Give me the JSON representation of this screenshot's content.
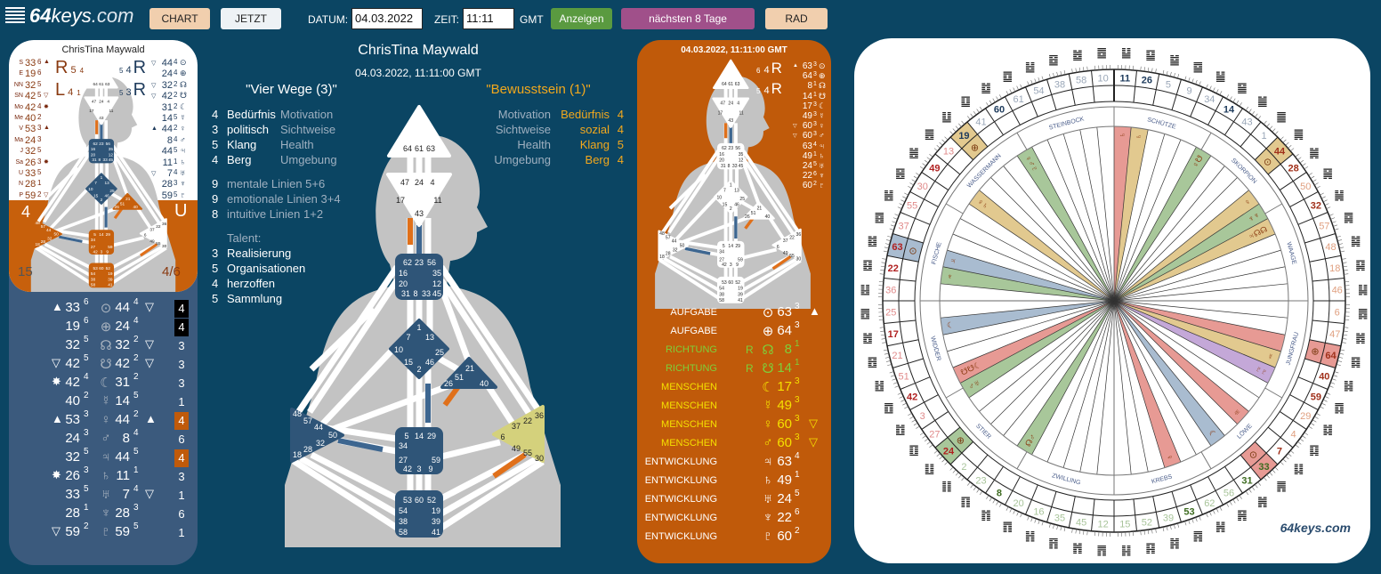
{
  "header": {
    "logo_bold": "64",
    "logo_italic": "keys",
    "logo_domain": ".com",
    "chart": "CHART",
    "jetzt": "JETZT",
    "datum_label": "DATUM:",
    "datum_value": "04.03.2022",
    "zeit_label": "ZEIT:",
    "zeit_value": "11:11",
    "gmt": "GMT",
    "anzeigen": "Anzeigen",
    "naechste": "nächsten 8 Tage",
    "rad": "RAD"
  },
  "colors": {
    "bg": "#0b4563",
    "orange": "#c05a0a",
    "blue": "#2f5578",
    "yellow": "#d4d17c",
    "accent_text": "#f2a81d"
  },
  "left_card": {
    "name": "ChrisTina Maywald",
    "r_left": [
      {
        "letter": "R",
        "a": "5",
        "b": "4"
      },
      {
        "letter": "L",
        "a": "4",
        "b": "1"
      }
    ],
    "r_right": [
      {
        "letter": "R",
        "a": "5",
        "b": "4"
      },
      {
        "letter": "R",
        "a": "5",
        "b": "3"
      }
    ],
    "left_list": [
      {
        "abbr": "S",
        "gate": "33",
        "line": "6",
        "mark": "▲"
      },
      {
        "abbr": "E",
        "gate": "19",
        "line": "6",
        "mark": ""
      },
      {
        "abbr": "NN",
        "gate": "32",
        "line": "5",
        "mark": ""
      },
      {
        "abbr": "SN",
        "gate": "42",
        "line": "5",
        "mark": "▽"
      },
      {
        "abbr": "Mo",
        "gate": "42",
        "line": "4",
        "mark": "✸"
      },
      {
        "abbr": "Me",
        "gate": "40",
        "line": "2",
        "mark": ""
      },
      {
        "abbr": "V",
        "gate": "53",
        "line": "3",
        "mark": "▲"
      },
      {
        "abbr": "Ma",
        "gate": "24",
        "line": "3",
        "mark": ""
      },
      {
        "abbr": "J",
        "gate": "32",
        "line": "5",
        "mark": ""
      },
      {
        "abbr": "Sa",
        "gate": "26",
        "line": "3",
        "mark": "✸"
      },
      {
        "abbr": "U",
        "gate": "33",
        "line": "5",
        "mark": ""
      },
      {
        "abbr": "N",
        "gate": "28",
        "line": "1",
        "mark": ""
      },
      {
        "abbr": "P",
        "gate": "59",
        "line": "2",
        "mark": "▽"
      }
    ],
    "right_list": [
      {
        "mark": "▽",
        "gate": "44",
        "line": "4",
        "sym": "⊙"
      },
      {
        "mark": "",
        "gate": "24",
        "line": "4",
        "sym": "⊕"
      },
      {
        "mark": "▽",
        "gate": "32",
        "line": "2",
        "sym": "☊"
      },
      {
        "mark": "▽",
        "gate": "42",
        "line": "2",
        "sym": "☋"
      },
      {
        "mark": "",
        "gate": "31",
        "line": "2",
        "sym": "☾"
      },
      {
        "mark": "",
        "gate": "14",
        "line": "5",
        "sym": "☿"
      },
      {
        "mark": "▲",
        "gate": "44",
        "line": "2",
        "sym": "♀"
      },
      {
        "mark": "",
        "gate": "8",
        "line": "4",
        "sym": "♂"
      },
      {
        "mark": "",
        "gate": "44",
        "line": "5",
        "sym": "♃"
      },
      {
        "mark": "",
        "gate": "11",
        "line": "1",
        "sym": "♄"
      },
      {
        "mark": "▽",
        "gate": "7",
        "line": "4",
        "sym": "♅"
      },
      {
        "mark": "",
        "gate": "28",
        "line": "3",
        "sym": "♆"
      },
      {
        "mark": "",
        "gate": "59",
        "line": "5",
        "sym": "♇"
      }
    ],
    "corner_tl": "4",
    "corner_tr": "U",
    "corner_bl": "15",
    "corner_br": "4/6",
    "center_colors": {
      "head": "#ffffff",
      "ajna": "#ffffff",
      "throat": "#2f5578",
      "g": "#2f5578",
      "heart": "#c7600c",
      "spleen": "#c7600c",
      "sacral": "#c7600c",
      "sp": "#ffffff",
      "root": "#c7600c"
    }
  },
  "planet_table": [
    {
      "lmark": "▲",
      "lgate": "33",
      "lline": "6",
      "sym": "⊙",
      "rgate": "44",
      "rline": "4",
      "rmark": "▽",
      "badge": "4",
      "badge_color": "#000000"
    },
    {
      "lmark": "",
      "lgate": "19",
      "lline": "6",
      "sym": "⊕",
      "rgate": "24",
      "rline": "4",
      "rmark": "",
      "badge": "4",
      "badge_color": "#000000"
    },
    {
      "lmark": "",
      "lgate": "32",
      "lline": "5",
      "sym": "☊",
      "rgate": "32",
      "rline": "2",
      "rmark": "▽",
      "badge": "3",
      "badge_color": ""
    },
    {
      "lmark": "▽",
      "lgate": "42",
      "lline": "5",
      "sym": "☋",
      "rgate": "42",
      "rline": "2",
      "rmark": "▽",
      "badge": "3",
      "badge_color": ""
    },
    {
      "lmark": "✸",
      "lgate": "42",
      "lline": "4",
      "sym": "☾",
      "rgate": "31",
      "rline": "2",
      "rmark": "",
      "badge": "3",
      "badge_color": ""
    },
    {
      "lmark": "",
      "lgate": "40",
      "lline": "2",
      "sym": "☿",
      "rgate": "14",
      "rline": "5",
      "rmark": "",
      "badge": "1",
      "badge_color": ""
    },
    {
      "lmark": "▲",
      "lgate": "53",
      "lline": "3",
      "sym": "♀",
      "rgate": "44",
      "rline": "2",
      "rmark": "▲",
      "badge": "4",
      "badge_color": "#c05a0a"
    },
    {
      "lmark": "",
      "lgate": "24",
      "lline": "3",
      "sym": "♂",
      "rgate": "8",
      "rline": "4",
      "rmark": "",
      "badge": "6",
      "badge_color": ""
    },
    {
      "lmark": "",
      "lgate": "32",
      "lline": "5",
      "sym": "♃",
      "rgate": "44",
      "rline": "5",
      "rmark": "",
      "badge": "4",
      "badge_color": "#c05a0a"
    },
    {
      "lmark": "✸",
      "lgate": "26",
      "lline": "3",
      "sym": "♄",
      "rgate": "11",
      "rline": "1",
      "rmark": "",
      "badge": "3",
      "badge_color": ""
    },
    {
      "lmark": "",
      "lgate": "33",
      "lline": "5",
      "sym": "♅",
      "rgate": "7",
      "rline": "4",
      "rmark": "▽",
      "badge": "1",
      "badge_color": ""
    },
    {
      "lmark": "",
      "lgate": "28",
      "lline": "1",
      "sym": "♆",
      "rgate": "28",
      "rline": "3",
      "rmark": "",
      "badge": "6",
      "badge_color": ""
    },
    {
      "lmark": "▽",
      "lgate": "59",
      "lline": "2",
      "sym": "♇",
      "rgate": "59",
      "rline": "5",
      "rmark": "",
      "badge": "1",
      "badge_color": ""
    }
  ],
  "center": {
    "name": "ChrisTina Maywald",
    "datetime": "04.03.2022, 11:11:00 GMT",
    "left_title": "\"Vier Wege (3)\"",
    "right_title": "\"Bewusstsein (1)\"",
    "ways": [
      {
        "n": "4",
        "value": "Bedürfnis",
        "label": "Motivation"
      },
      {
        "n": "3",
        "value": "politisch",
        "label": "Sichtweise"
      },
      {
        "n": "5",
        "value": "Klang",
        "label": "Health"
      },
      {
        "n": "4",
        "value": "Berg",
        "label": "Umgebung"
      }
    ],
    "lines": [
      {
        "n": "9",
        "label": "mentale Linien 5+6"
      },
      {
        "n": "9",
        "label": "emotionale Linien 3+4"
      },
      {
        "n": "8",
        "label": "intuitive Linien 1+2"
      }
    ],
    "talent_label": "Talent:",
    "talents": [
      {
        "n": "3",
        "label": "Realisierung"
      },
      {
        "n": "5",
        "label": "Organisationen"
      },
      {
        "n": "4",
        "label": "herzoffen"
      },
      {
        "n": "5",
        "label": "Sammlung"
      }
    ],
    "awareness": [
      {
        "label": "Motivation",
        "value": "Bedürfnis",
        "n": "4"
      },
      {
        "label": "Sichtweise",
        "value": "sozial",
        "n": "4"
      },
      {
        "label": "Health",
        "value": "Klang",
        "n": "5"
      },
      {
        "label": "Umgebung",
        "value": "Berg",
        "n": "4"
      }
    ],
    "center_colors": {
      "head": "#ffffff",
      "ajna": "#ffffff",
      "throat": "#2f5578",
      "g": "#2f5578",
      "heart": "#2f5578",
      "spleen": "#2f5578",
      "sacral": "#2f5578",
      "sp": "#d4d17c",
      "root": "#2f5578"
    }
  },
  "gates": {
    "head": [
      "64",
      "61",
      "63"
    ],
    "ajna": [
      "47",
      "24",
      "4",
      "17",
      "11",
      "43"
    ],
    "throat": [
      "62",
      "23",
      "56",
      "16",
      "35",
      "20",
      "12",
      "31",
      "8",
      "33",
      "45"
    ],
    "g": [
      "1",
      "7",
      "13",
      "10",
      "25",
      "15",
      "46",
      "2"
    ],
    "heart": [
      "21",
      "51",
      "26",
      "40"
    ],
    "spleen": [
      "48",
      "57",
      "44",
      "50",
      "32",
      "28",
      "18"
    ],
    "sacral": [
      "5",
      "14",
      "29",
      "34",
      "27",
      "59",
      "42",
      "3",
      "9"
    ],
    "sp": [
      "36",
      "22",
      "37",
      "6",
      "49",
      "55",
      "30"
    ],
    "root": [
      "53",
      "60",
      "52",
      "54",
      "19",
      "38",
      "39",
      "58",
      "41"
    ]
  },
  "transit": {
    "datetime": "04.03.2022, 11:11:00 GMT",
    "r": [
      {
        "a": "6",
        "b": "4",
        "letter": "R"
      },
      {
        "a": "5",
        "b": "4",
        "letter": "R"
      }
    ],
    "mini_list": [
      {
        "mark": "▲",
        "gate": "63",
        "line": "3",
        "sym": "⊙"
      },
      {
        "mark": "",
        "gate": "64",
        "line": "3",
        "sym": "⊕"
      },
      {
        "mark": "",
        "gate": "8",
        "line": "1",
        "sym": "☊"
      },
      {
        "mark": "",
        "gate": "14",
        "line": "1",
        "sym": "☋"
      },
      {
        "mark": "",
        "gate": "17",
        "line": "3",
        "sym": "☾"
      },
      {
        "mark": "",
        "gate": "49",
        "line": "3",
        "sym": "☿"
      },
      {
        "mark": "▽",
        "gate": "60",
        "line": "3",
        "sym": "♀"
      },
      {
        "mark": "▽",
        "gate": "60",
        "line": "3",
        "sym": "♂"
      },
      {
        "mark": "",
        "gate": "63",
        "line": "4",
        "sym": "♃"
      },
      {
        "mark": "",
        "gate": "49",
        "line": "1",
        "sym": "♄"
      },
      {
        "mark": "",
        "gate": "24",
        "line": "5",
        "sym": "♅"
      },
      {
        "mark": "",
        "gate": "22",
        "line": "6",
        "sym": "♆"
      },
      {
        "mark": "",
        "gate": "60",
        "line": "2",
        "sym": "♇"
      }
    ],
    "rows": [
      {
        "label": "AUFGABE",
        "r": "",
        "sym": "⊙",
        "gate": "63",
        "line": "3",
        "mark": "▲",
        "color": "#ffffff"
      },
      {
        "label": "AUFGABE",
        "r": "",
        "sym": "⊕",
        "gate": "64",
        "line": "3",
        "mark": "",
        "color": "#ffffff"
      },
      {
        "label": "RICHTUNG",
        "r": "R",
        "sym": "☊",
        "gate": "8",
        "line": "1",
        "mark": "",
        "color": "#7ed03a"
      },
      {
        "label": "RICHTUNG",
        "r": "R",
        "sym": "☋",
        "gate": "14",
        "line": "1",
        "mark": "",
        "color": "#7ed03a"
      },
      {
        "label": "MENSCHEN",
        "r": "",
        "sym": "☾",
        "gate": "17",
        "line": "3",
        "mark": "",
        "color": "#f5e000"
      },
      {
        "label": "MENSCHEN",
        "r": "",
        "sym": "☿",
        "gate": "49",
        "line": "3",
        "mark": "",
        "color": "#f5e000"
      },
      {
        "label": "MENSCHEN",
        "r": "",
        "sym": "♀",
        "gate": "60",
        "line": "3",
        "mark": "▽",
        "color": "#f5e000"
      },
      {
        "label": "MENSCHEN",
        "r": "",
        "sym": "♂",
        "gate": "60",
        "line": "3",
        "mark": "▽",
        "color": "#f5e000"
      },
      {
        "label": "ENTWICKLUNG",
        "r": "",
        "sym": "♃",
        "gate": "63",
        "line": "4",
        "mark": "",
        "color": "#ffffff"
      },
      {
        "label": "ENTWICKLUNG",
        "r": "",
        "sym": "♄",
        "gate": "49",
        "line": "1",
        "mark": "",
        "color": "#ffffff"
      },
      {
        "label": "ENTWICKLUNG",
        "r": "",
        "sym": "♅",
        "gate": "24",
        "line": "5",
        "mark": "",
        "color": "#ffffff"
      },
      {
        "label": "ENTWICKLUNG",
        "r": "",
        "sym": "♆",
        "gate": "22",
        "line": "6",
        "mark": "",
        "color": "#ffffff"
      },
      {
        "label": "ENTWICKLUNG",
        "r": "",
        "sym": "♇",
        "gate": "60",
        "line": "2",
        "mark": "",
        "color": "#ffffff"
      }
    ],
    "center_colors": {
      "head": "#ffffff",
      "ajna": "#ffffff",
      "throat": "#ffffff",
      "g": "#ffffff",
      "heart": "#ffffff",
      "spleen": "#ffffff",
      "sacral": "#ffffff",
      "sp": "#ffffff",
      "root": "#ffffff"
    }
  },
  "wheel": {
    "gates": [
      "11",
      "26",
      "5",
      "9",
      "34",
      "14",
      "43",
      "1",
      "44",
      "28",
      "50",
      "32",
      "57",
      "48",
      "18",
      "46",
      "6",
      "47",
      "64",
      "40",
      "59",
      "29",
      "4",
      "7",
      "33",
      "31",
      "56",
      "62",
      "53",
      "39",
      "52",
      "15",
      "12",
      "45",
      "35",
      "16",
      "20",
      "8",
      "23",
      "2",
      "24",
      "27",
      "3",
      "42",
      "51",
      "21",
      "17",
      "25",
      "36",
      "22",
      "63",
      "37",
      "55",
      "30",
      "49",
      "13",
      "19",
      "41",
      "60",
      "61",
      "54",
      "38",
      "58",
      "10"
    ],
    "active": [
      "11",
      "26",
      "14",
      "44",
      "28",
      "32",
      "64",
      "40",
      "59",
      "7",
      "33",
      "31",
      "53",
      "8",
      "24",
      "42",
      "17",
      "22",
      "63",
      "49",
      "19",
      "60"
    ],
    "zodiac": [
      "SCHÜTZE",
      "SKORPION",
      "WAAGE",
      "JUNGFRAU",
      "LÖWE",
      "KREBS",
      "ZWILLING",
      "STIER",
      "WIDDER",
      "FISCHE",
      "WASSERMANN",
      "STEINBOCK"
    ],
    "boxes": [
      {
        "gate": "19",
        "sym": "⊕",
        "color": "#e2c98f"
      },
      {
        "gate": "44",
        "sym": "⊙",
        "color": "#e2c98f"
      },
      {
        "gate": "63",
        "sym": "⊙",
        "color": "#a9bcd0"
      },
      {
        "gate": "64",
        "sym": "⊕",
        "color": "#e79a94"
      },
      {
        "gate": "33",
        "sym": "⊙",
        "color": "#e79a94"
      },
      {
        "gate": "24",
        "sym": "⊕",
        "color": "#a8c79a"
      }
    ],
    "wedges": [
      {
        "gate": "11",
        "color": "#e79a94",
        "sym": "♄"
      },
      {
        "gate": "26",
        "color": "#e2c98f",
        "sym": "♄"
      },
      {
        "gate": "60",
        "color": "#a8c79a",
        "sym": "♀♂♇"
      },
      {
        "gate": "49",
        "color": "#e2c98f",
        "sym": "♀♄"
      },
      {
        "gate": "14",
        "color": "#a8c79a",
        "sym": "♀☋"
      },
      {
        "gate": "28",
        "color": "#e2c98f",
        "sym": "♀"
      },
      {
        "gate": "50",
        "color": "#a8c79a",
        "sym": "♆♆"
      },
      {
        "gate": "32",
        "color": "#e2c98f",
        "sym": "♃☊☊"
      },
      {
        "gate": "63",
        "color": "#a9bcd0",
        "sym": "♃"
      },
      {
        "gate": "22",
        "color": "#a8c79a",
        "sym": "♆"
      },
      {
        "gate": "17",
        "color": "#a9bcd0",
        "sym": "☾"
      },
      {
        "gate": "42",
        "color": "#e79a94",
        "sym": "☋☋☾"
      },
      {
        "gate": "3",
        "color": "#a8c79a",
        "sym": "♂♅"
      },
      {
        "gate": "8",
        "color": "#a8c79a",
        "sym": "☊♂"
      },
      {
        "gate": "53",
        "color": "#e79a94",
        "sym": "♀"
      },
      {
        "gate": "31",
        "color": "#a9bcd0",
        "sym": "☾"
      },
      {
        "gate": "7",
        "color": "#e79a94",
        "sym": "♅"
      },
      {
        "gate": "64",
        "color": "#e79a94",
        "sym": ""
      },
      {
        "gate": "40",
        "color": "#e2c98f",
        "sym": "☿"
      },
      {
        "gate": "59",
        "color": "#c4a8d8",
        "sym": "♇♇"
      }
    ],
    "watermark": "64keys.com"
  }
}
